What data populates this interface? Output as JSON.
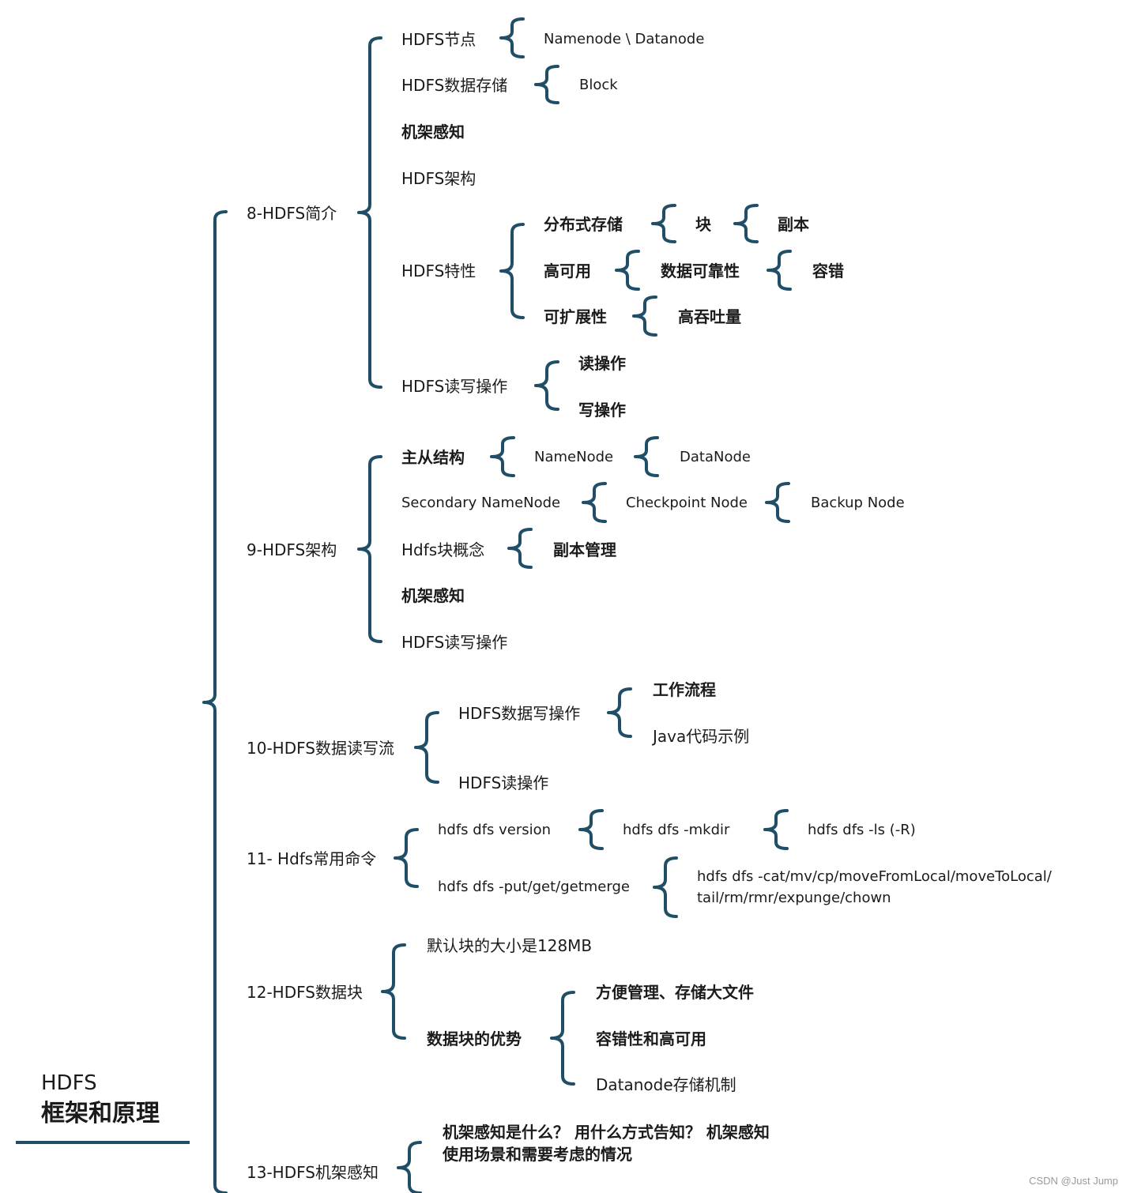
{
  "root": {
    "line1": "HDFS",
    "line2": "框架和原理"
  },
  "watermark": "CSDN @Just Jump",
  "colors": {
    "brace": "#1f4e66",
    "text": "#1b1b1b"
  },
  "nodes": {
    "n8": "8-HDFS简介",
    "n8_1": "HDFS节点",
    "n8_1_1": "Namenode \\ Datanode",
    "n8_2": "HDFS数据存储",
    "n8_2_1": "Block",
    "n8_3": "机架感知",
    "n8_4": "HDFS架构",
    "n8_5": "HDFS特性",
    "n8_5_1": "分布式存储",
    "n8_5_1_1": "块",
    "n8_5_1_1_1": "副本",
    "n8_5_2": "高可用",
    "n8_5_2_1": "数据可靠性",
    "n8_5_2_1_1": "容错",
    "n8_5_3": "可扩展性",
    "n8_5_3_1": "高吞吐量",
    "n8_6": "HDFS读写操作",
    "n8_6_1": "读操作",
    "n8_6_2": "写操作",
    "n9": "9-HDFS架构",
    "n9_1": "主从结构",
    "n9_1_1": "NameNode",
    "n9_1_1_1": "DataNode",
    "n9_2": "Secondary NameNode",
    "n9_2_1": "Checkpoint Node",
    "n9_2_1_1": "Backup Node",
    "n9_3": "Hdfs块概念",
    "n9_3_1": "副本管理",
    "n9_4": "机架感知",
    "n9_5": "HDFS读写操作",
    "n10": "10-HDFS数据读写流",
    "n10_1": "HDFS数据写操作",
    "n10_1_1": "工作流程",
    "n10_1_2": "Java代码示例",
    "n10_2": "HDFS读操作",
    "n11": "11- Hdfs常用命令",
    "n11_1": "hdfs dfs version",
    "n11_1_1": "hdfs dfs -mkdir",
    "n11_1_1_1": "hdfs dfs -ls (-R)",
    "n11_2": "hdfs dfs -put/get/getmerge",
    "n11_2_1a": "hdfs dfs -cat/mv/cp/moveFromLocal/moveToLocal/",
    "n11_2_1b": "tail/rm/rmr/expunge/chown",
    "n12": "12-HDFS数据块",
    "n12_1": "默认块的大小是128MB",
    "n12_2": "数据块的优势",
    "n12_2_1": "方便管理、存储大文件",
    "n12_2_2": "容错性和高可用",
    "n12_2_3": "Datanode存储机制",
    "n13": "13-HDFS机架感知",
    "n13_1a": "机架感知是什么？  用什么方式告知？  机架感知",
    "n13_1b": "使用场景和需要考虑的情况"
  }
}
